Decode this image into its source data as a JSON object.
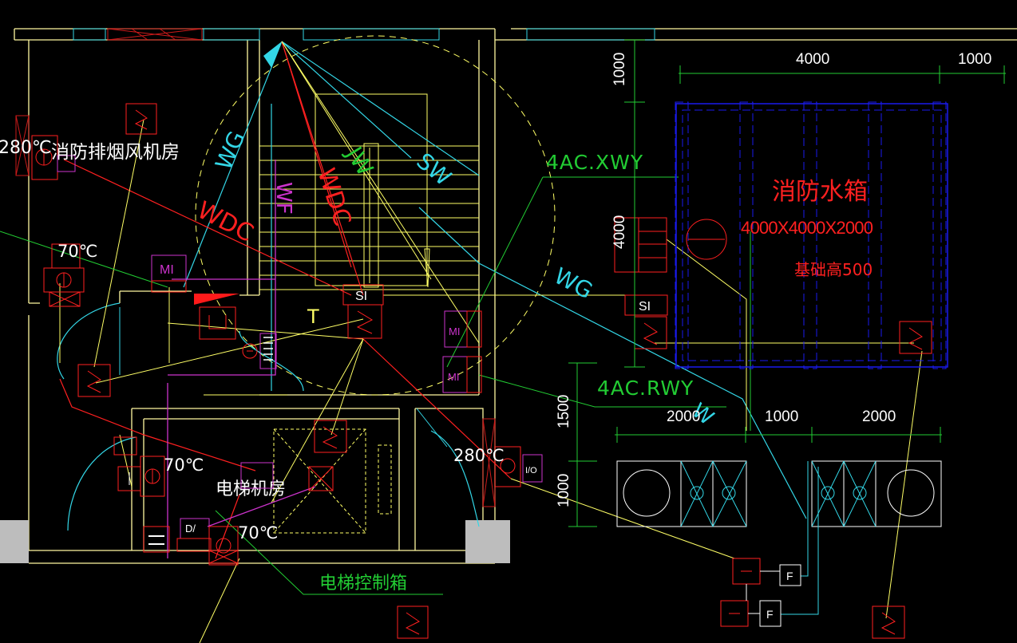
{
  "colors": {
    "background": "#000000",
    "wall": "#ffff66",
    "cyan": "#33d6e6",
    "red": "#ff2020",
    "darkred": "#cc1a1a",
    "green": "#22cc33",
    "magenta": "#cc33cc",
    "blue": "#1a1aee",
    "white": "#ffffff",
    "gray": "#bdbdbd"
  },
  "rooms": {
    "smoke_fan_room": "消防排烟风机房",
    "elevator_room": "电梯机房",
    "fire_tank": "消防水箱",
    "tank_size": "4000X4000X2000",
    "tank_base": "基础高500",
    "elevator_control_box": "电梯控制箱"
  },
  "pipes": {
    "xwy": "4AC.XWY",
    "rwy": "4AC.RWY",
    "wdc_left": "WDC",
    "wdc_stair": "WDC",
    "wg_left": "WG",
    "wg_right": "WG",
    "wf": "WF",
    "jw": "JW",
    "sw": "SW"
  },
  "temps": {
    "t280_left": "280℃",
    "t70_a": "70℃",
    "t70_b": "70℃",
    "t70_c": "70℃",
    "t280_right": "280℃"
  },
  "dimensions": {
    "d4000_top": "4000",
    "d1000_top": "1000",
    "d1000_left": "1000",
    "d4000_left": "4000",
    "d1500": "1500",
    "d1000_low": "1000",
    "d2000_a": "2000",
    "d1000_mid": "1000",
    "d2000_b": "2000"
  },
  "devices": {
    "mi_label": "MI",
    "si_label": "SI",
    "f_label": "F",
    "io_label": "I/O",
    "d_label": "D/",
    "i_label": "I"
  }
}
